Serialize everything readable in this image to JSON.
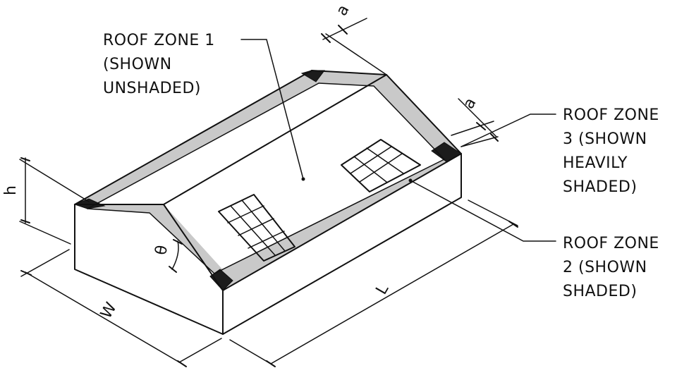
{
  "labels": {
    "roof_zone_1": [
      "ROOF ZONE 1",
      "(SHOWN",
      "UNSHADED)"
    ],
    "roof_zone_3": [
      "ROOF ZONE",
      "3 (SHOWN",
      "HEAVILY",
      "SHADED)"
    ],
    "roof_zone_2": [
      "ROOF ZONE",
      "2 (SHOWN",
      "SHADED)"
    ]
  },
  "dimensions": {
    "a_top": "a",
    "a_right": "a",
    "h": "h",
    "theta": "θ",
    "w": "W",
    "l": "L"
  },
  "colors": {
    "zone2_shade": "#c9c9c9",
    "zone3_shade": "#1c1c1c",
    "line": "#111111"
  }
}
